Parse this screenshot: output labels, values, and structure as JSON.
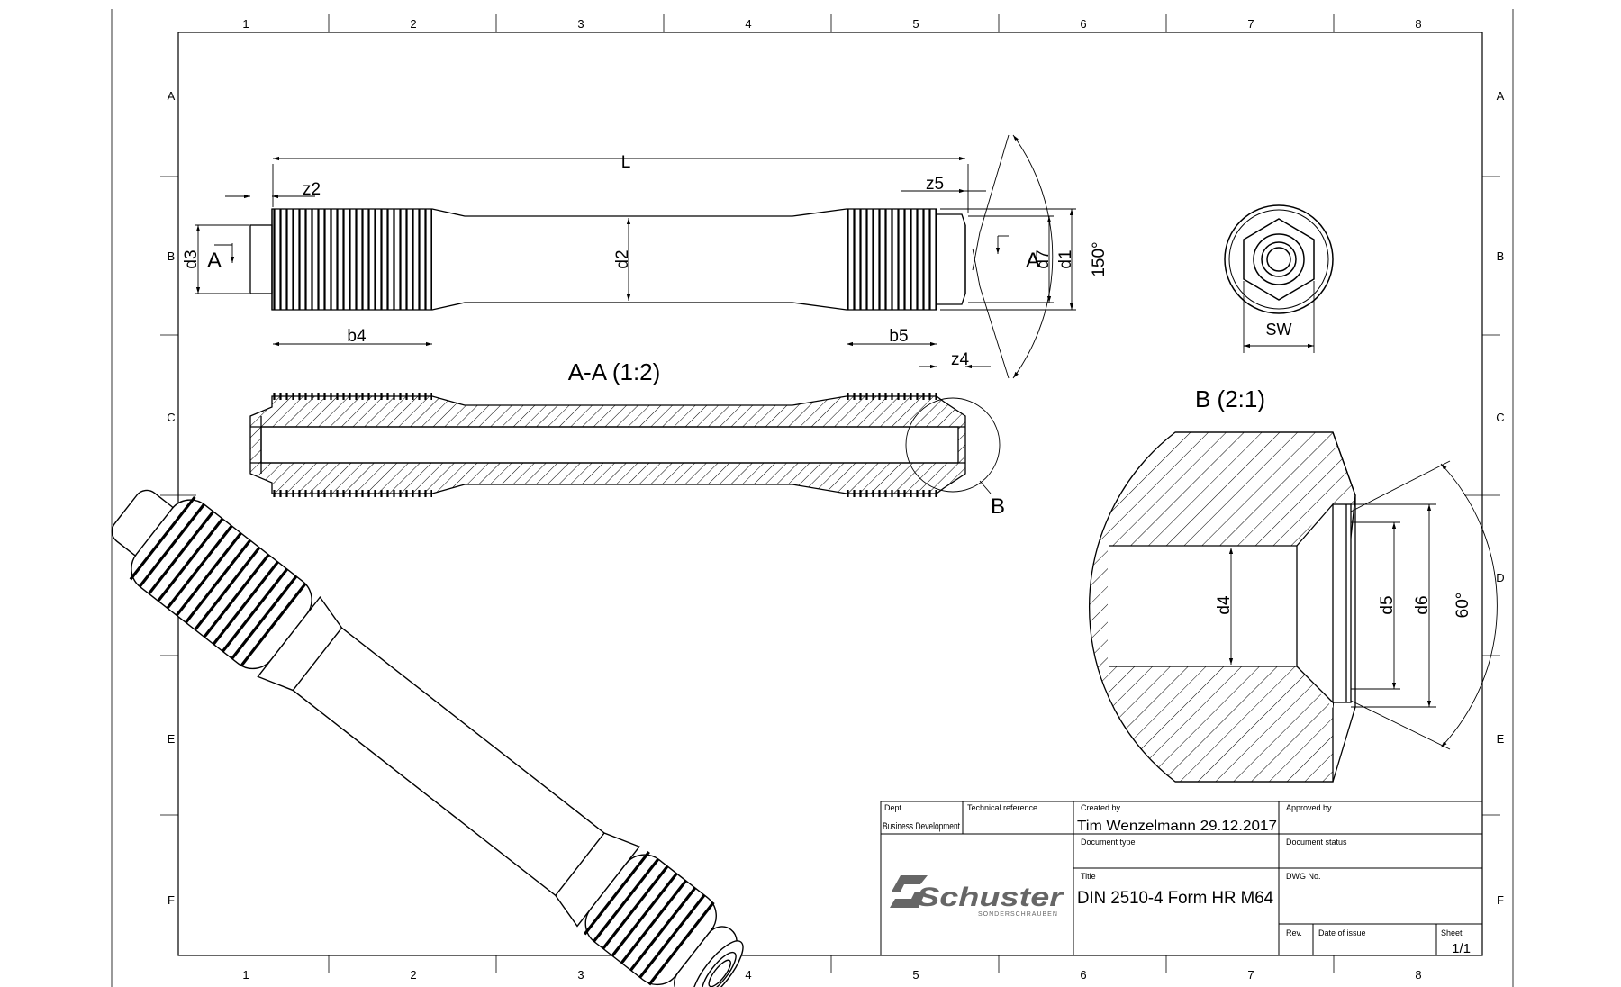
{
  "grid": {
    "columns": [
      "1",
      "2",
      "3",
      "4",
      "5",
      "6",
      "7",
      "8"
    ],
    "rows": [
      "A",
      "B",
      "C",
      "D",
      "E",
      "F"
    ]
  },
  "views": {
    "side_view": {
      "dimensions": {
        "L": "L",
        "z2": "z2",
        "z5": "z5",
        "z4": "z4",
        "b4": "b4",
        "b5": "b5",
        "d1": "d1",
        "d2": "d2",
        "d3": "d3",
        "d7": "d7",
        "angle": "150°",
        "section_left": "A",
        "section_right": "A"
      }
    },
    "end_view": {
      "label": "SW"
    },
    "section_view": {
      "title": "A-A (1:2)",
      "detail_marker": "B"
    },
    "detail_view": {
      "title": "B (2:1)",
      "dimensions": {
        "d4": "d4",
        "d5": "d5",
        "d6": "d6",
        "angle": "60°"
      }
    }
  },
  "title_block": {
    "dept_label": "Dept.",
    "dept_value": "Business Development",
    "tech_ref_label": "Technical reference",
    "created_by_label": "Created by",
    "created_by_value": "Tim Wenzelmann 29.12.2017",
    "approved_by_label": "Approved by",
    "doc_type_label": "Document type",
    "doc_status_label": "Document status",
    "title_label": "Title",
    "title_value": "DIN 2510-4 Form HR  M64",
    "dwg_label": "DWG No.",
    "rev_label": "Rev.",
    "date_issue_label": "Date of issue",
    "sheet_label": "Sheet",
    "sheet_value": "1/1",
    "logo_text": "Schuster",
    "logo_subtext": "SONDERSCHRAUBEN"
  }
}
